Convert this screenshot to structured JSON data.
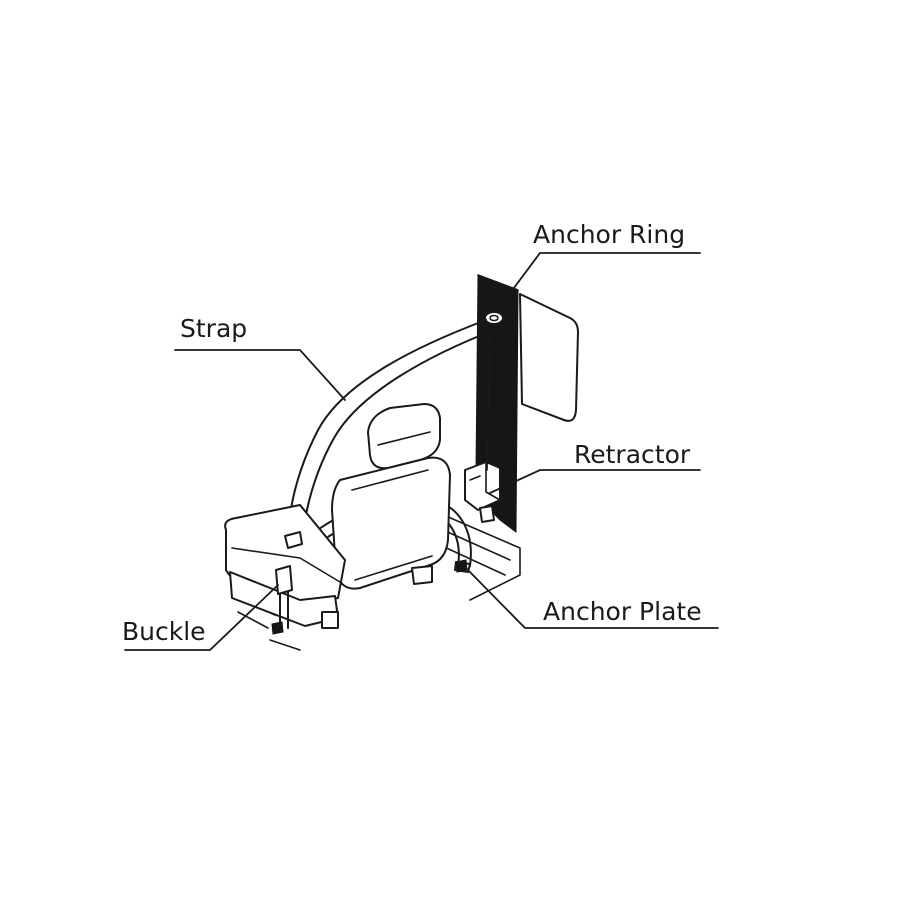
{
  "labels": {
    "anchor_ring": "Anchor Ring",
    "strap": "Strap",
    "retractor": "Retractor",
    "buckle": "Buckle",
    "anchor_plate": "Anchor Plate"
  }
}
